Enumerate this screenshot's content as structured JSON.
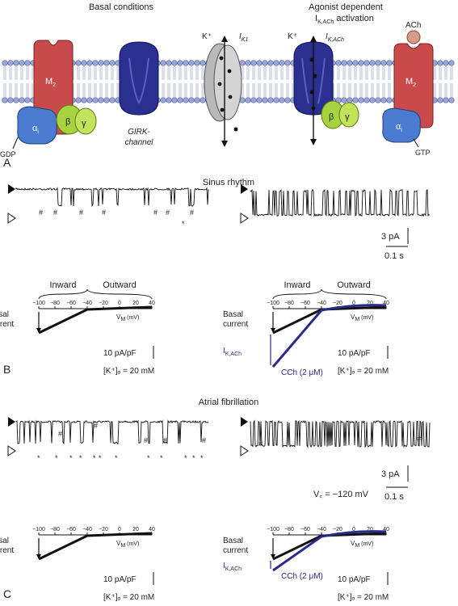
{
  "panel_a": {
    "label": "A",
    "basal_title": "Basal conditions",
    "agonist_title_line1": "Agonist dependent",
    "agonist_title_line2_main": "I",
    "agonist_title_line2_sub": "K,ACh",
    "agonist_title_line2_rest": " activation",
    "m2_label_main": "M",
    "m2_label_sub": "2",
    "alpha_label_main": "α",
    "alpha_label_sub": "i",
    "beta_label": "β",
    "gamma_label": "γ",
    "gdp_label": "GDP",
    "gtp_label": "GTP",
    "girk_label_line1": "GIRK-",
    "girk_label_line2": "channel",
    "k_ion_label": "K⁺",
    "ik1_label_main": "I",
    "ik1_label_sub": "K1",
    "ikach_label_main": "I",
    "ikach_label_sub": "K,ACh",
    "ach_label": "ACh"
  },
  "panel_b": {
    "label": "B",
    "title": "Sinus rhythm",
    "hash_mark": "#",
    "star_mark": "*",
    "scale_current": "3 pA",
    "scale_time": "0.1 s",
    "inward_label": "Inward",
    "outward_label": "Outward",
    "basal_current_line1": "Basal",
    "basal_current_line2": "current",
    "vm_label_main": "V",
    "vm_label_sub": "M",
    "vm_label_unit": " (mV)",
    "x_ticks": [
      "−100",
      "−80",
      "−60",
      "−40",
      "−20",
      "0",
      "20",
      "40"
    ],
    "scale_density": "10 pA/pF",
    "k_conc": "[K⁺]ₒ = 20 mM",
    "ikach_side_main": "I",
    "ikach_side_sub": "K,ACh",
    "cch_label": "CCh (2 μM)"
  },
  "panel_c": {
    "label": "C",
    "title": "Atrial fibrillation",
    "hash_mark": "#",
    "star_mark": "*",
    "scale_current": "3 pA",
    "scale_time": "0.1 s",
    "vc_label": "V꜀ = −120 mV",
    "basal_current_line1": "Basal",
    "basal_current_line2": "current",
    "vm_label_main": "V",
    "vm_label_sub": "M",
    "vm_label_unit": " (mV)",
    "x_ticks": [
      "−100",
      "−80",
      "−60",
      "−40",
      "−20",
      "0",
      "20",
      "40"
    ],
    "scale_density": "10 pA/pF",
    "k_conc": "[K⁺]ₒ = 20 mM",
    "ikach_side_main": "I",
    "ikach_side_sub": "K,ACh",
    "cch_label": "CCh (2 μM)"
  },
  "colors": {
    "m2_receptor": "#c94a4a",
    "g_alpha": "#4b7bd0",
    "g_beta_gamma": "#a8d240",
    "girk_channel": "#2b2f8f",
    "kir_channel": "#b9b9b9",
    "membrane_heads": "#9aa6d8",
    "ach_ball": "#d99a8a",
    "cch_trace": "#2a2a8c"
  }
}
